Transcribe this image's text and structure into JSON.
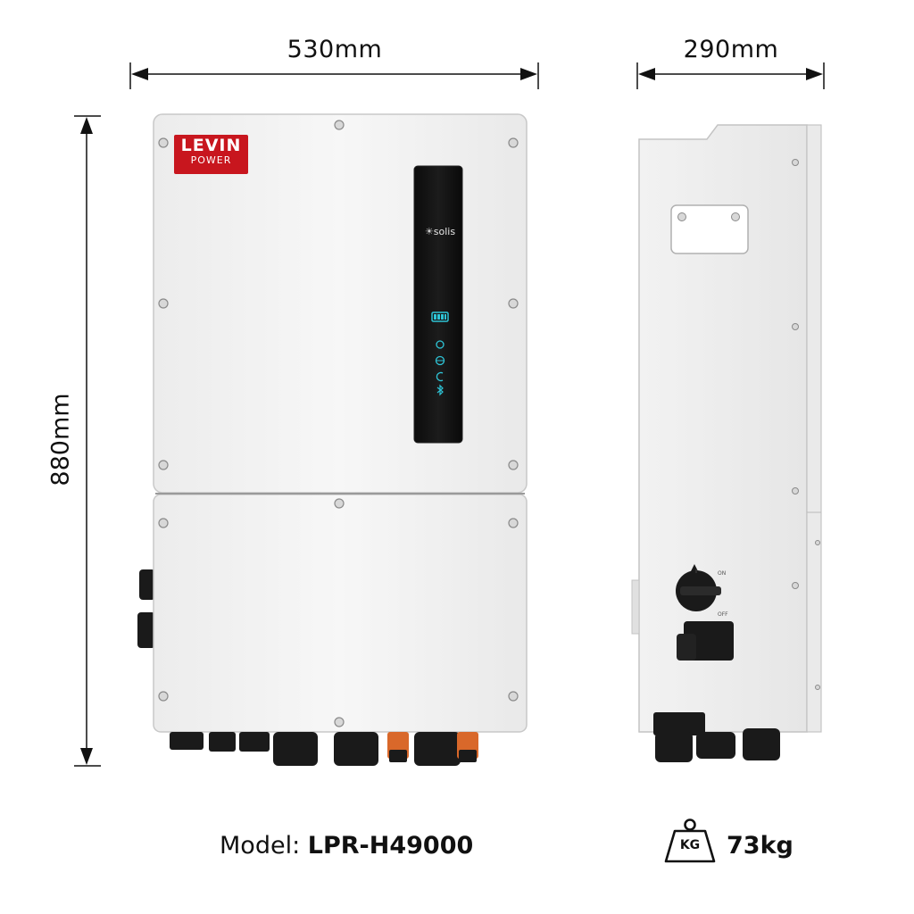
{
  "dimensions": {
    "width": "530mm",
    "depth": "290mm",
    "height": "880mm"
  },
  "brand": {
    "logo_line1": "LEVIN",
    "logo_line2": "POWER",
    "display_brand": "solis",
    "logo_color": "#c8161e"
  },
  "display_panel": {
    "indicator_color": "#2ec4d6"
  },
  "side_switch": {
    "on_label": "ON",
    "off_label": "OFF"
  },
  "model": {
    "label": "Model:",
    "value": "LPR-H49000"
  },
  "weight": {
    "icon_label": "KG",
    "value": "73kg"
  }
}
